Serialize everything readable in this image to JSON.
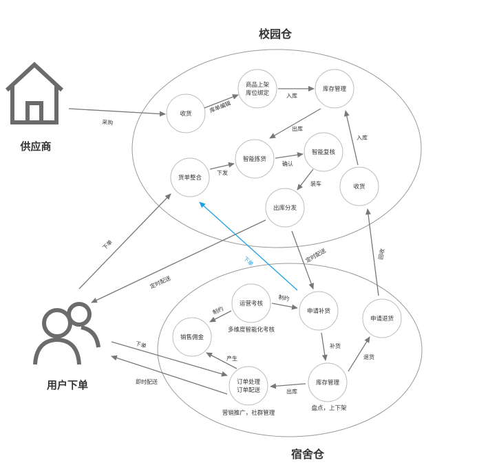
{
  "regions": {
    "campus": "校园仓",
    "dorm": "宿舍仓"
  },
  "actors": {
    "supplier": "供应商",
    "user": "用户下单"
  },
  "nodes": {
    "receive_top": "收货",
    "listing_line1": "商品上架",
    "listing_line2": "库位绑定",
    "inventory_top": "库存管理",
    "order_merge": "货单整合",
    "smart_pick": "智能拣货",
    "smart_review": "智能复核",
    "receive_mid": "收货",
    "outbound_dispatch": "出库分发",
    "ops_assess": "运营考核",
    "replenish_request": "申请补货",
    "return_request": "申请退货",
    "sales_commission": "销售佣金",
    "order_line1": "订单处理",
    "order_line2": "订单配送",
    "inventory_bottom": "库存管理"
  },
  "notes": {
    "ops_assess": "多维度智能化考核",
    "order": "营销推广，社群管理",
    "inventory_bottom": "盘点，上下架"
  },
  "edges": {
    "purchase": "采购",
    "order_code": "库单编辑",
    "stock_in_top": "入库",
    "stock_out_top": "出库",
    "stock_in_right": "入库",
    "dispatch": "下发",
    "confirm": "确认",
    "load": "装车",
    "user_order": "下单",
    "blue_order": "下单",
    "timed_delivery_left": "定时配送",
    "timed_delivery_center": "定时配送",
    "recycle": "回收",
    "constrain_left": "制约",
    "constrain_right": "制约",
    "replenish": "补货",
    "return": "退货",
    "generate": "产生",
    "stock_out_bottom": "出库",
    "user_order_bottom": "下单",
    "instant_delivery": "即时配送"
  },
  "colors": {
    "line": "#777777",
    "accent_blue": "#1ba1e2",
    "node_border": "#bbbbbb",
    "text": "#333333"
  },
  "icons": {
    "supplier": "house-icon",
    "user": "users-icon"
  }
}
